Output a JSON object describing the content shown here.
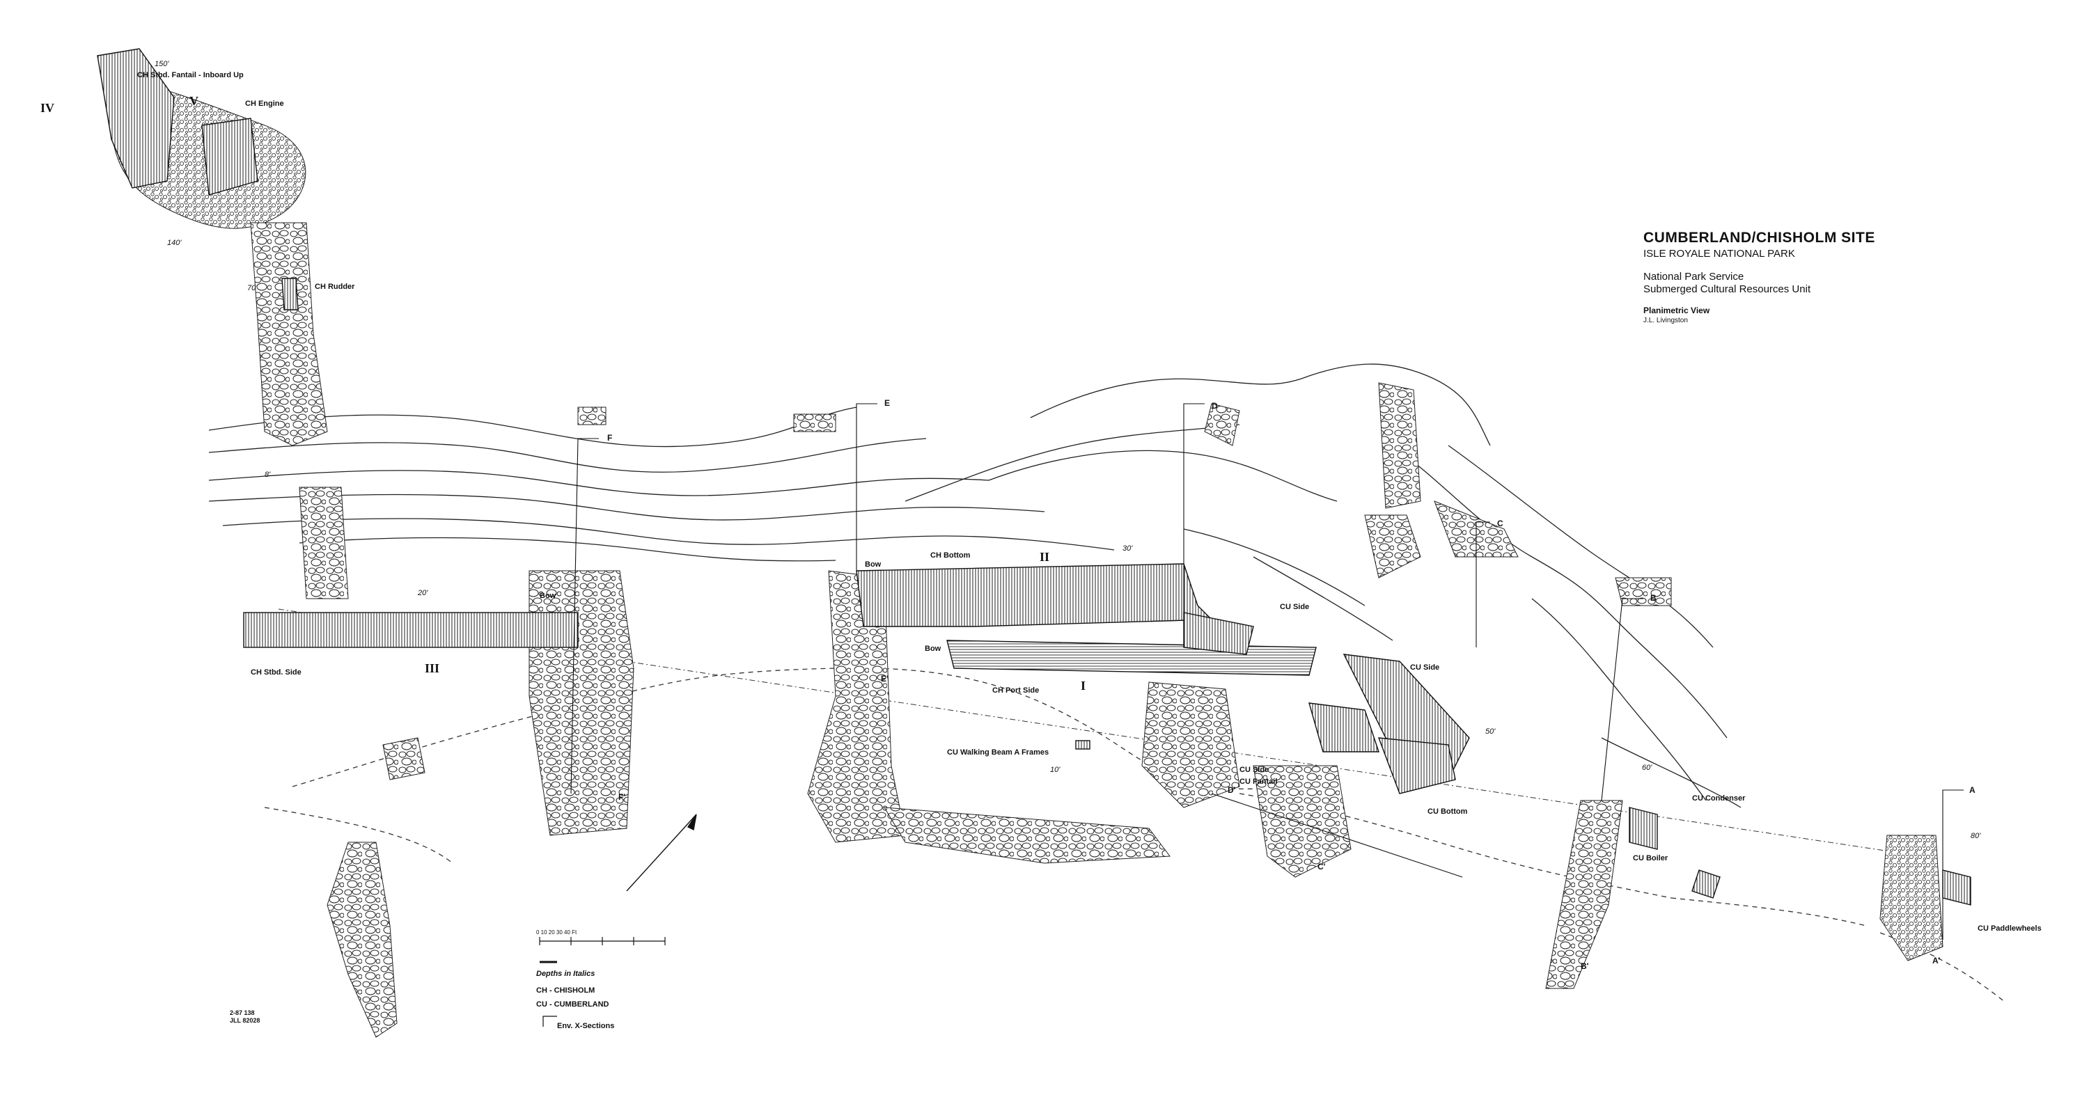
{
  "title_block": {
    "title": "CUMBERLAND/CHISHOLM SITE",
    "subtitle": "ISLE ROYALE NATIONAL PARK",
    "agency": "National Park Service",
    "unit": "Submerged Cultural Resources Unit",
    "view": "Planimetric View",
    "author": "J.L. Livingston"
  },
  "features": {
    "ch_stbd_fantail": "CH Stbd. Fantail - Inboard Up",
    "ch_engine": "CH Engine",
    "ch_rudder": "CH Rudder",
    "ch_stbd_side": "CH Stbd. Side",
    "ch_bottom": "CH Bottom",
    "ch_port_side": "CH Port Side",
    "bow_left": "Bow",
    "bow_center": "Bow",
    "bow_lower": "Bow",
    "cu_side_1": "CU Side",
    "cu_side_2": "CU Side",
    "cu_side_3": "CU Side",
    "cu_fantail": "CU Fantail",
    "cu_bottom": "CU Bottom",
    "cu_walking_beam": "CU Walking Beam A Frames",
    "cu_condenser": "CU Condenser",
    "cu_boiler": "CU Boiler",
    "cu_paddlewheels": "CU Paddlewheels"
  },
  "romans": {
    "i": "I",
    "ii": "II",
    "iii": "III",
    "iv": "IV",
    "v": "V"
  },
  "depths": {
    "d150": "150'",
    "d140": "140'",
    "d70": "70'",
    "d8": "8'",
    "d20": "20'",
    "d30": "30'",
    "d10": "10'",
    "d50": "50'",
    "d60": "60'",
    "d80": "80'"
  },
  "sections": {
    "f": "F",
    "e": "E",
    "d": "D",
    "c": "C",
    "b": "B",
    "a": "A",
    "d_prime": "D'",
    "c_prime": "C'",
    "b_prime": "B'",
    "a_prime": "A'",
    "e_prime": "E'",
    "f_prime": "F'"
  },
  "legend": {
    "scale_ticks": "0   10   20   30   40 Ft",
    "depths_note": "Depths in Italics",
    "ch_abbrev": "CH - CHISHOLM",
    "cu_abbrev": "CU - CUMBERLAND",
    "env_sections": "Env. X-Sections"
  },
  "stamp": {
    "line1": "2-87  138",
    "line2": "JLL  82028"
  }
}
